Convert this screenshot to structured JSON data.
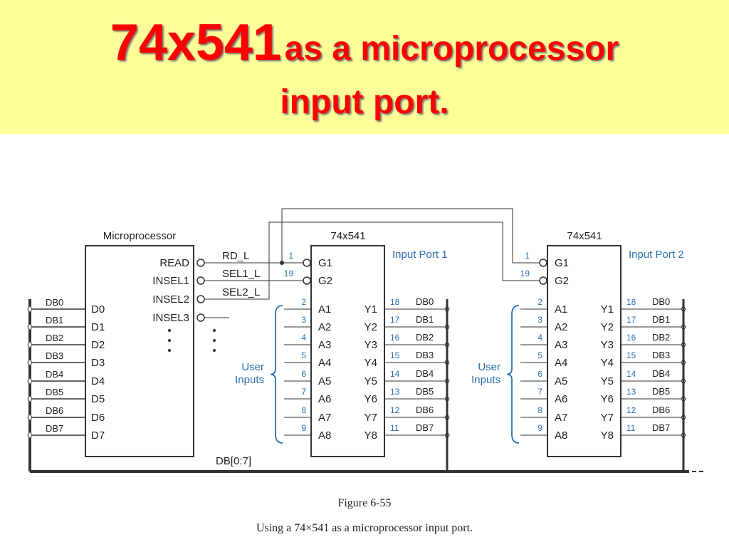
{
  "title": {
    "main": "74x541",
    "rest": "as a microprocessor",
    "line2": "input port."
  },
  "diagram": {
    "microprocessor": {
      "label": "Microprocessor",
      "signals": [
        "READ",
        "INSEL1",
        "INSEL2",
        "INSEL3"
      ],
      "data_pins": [
        "D0",
        "D1",
        "D2",
        "D3",
        "D4",
        "D5",
        "D6",
        "D7"
      ]
    },
    "nets": {
      "rd": "RD_L",
      "sel1": "SEL1_L",
      "sel2": "SEL2_L"
    },
    "bus": {
      "label": "DB[0:7]",
      "lines": [
        "DB0",
        "DB1",
        "DB2",
        "DB3",
        "DB4",
        "DB5",
        "DB6",
        "DB7"
      ]
    },
    "ports": [
      {
        "chip": "74x541",
        "name": "Input Port 1",
        "enable_pins": [
          "G1",
          "G2"
        ],
        "enable_numbers": [
          "1",
          "19"
        ],
        "inputs": [
          "A1",
          "A2",
          "A3",
          "A4",
          "A5",
          "A6",
          "A7",
          "A8"
        ],
        "input_numbers": [
          "2",
          "3",
          "4",
          "5",
          "6",
          "7",
          "8",
          "9"
        ],
        "outputs": [
          "Y1",
          "Y2",
          "Y3",
          "Y4",
          "Y5",
          "Y6",
          "Y7",
          "Y8"
        ],
        "output_numbers": [
          "18",
          "17",
          "16",
          "15",
          "14",
          "13",
          "12",
          "11"
        ],
        "user_inputs": [
          "User",
          "Inputs"
        ]
      },
      {
        "chip": "74x541",
        "name": "Input Port 2",
        "enable_pins": [
          "G1",
          "G2"
        ],
        "enable_numbers": [
          "1",
          "19"
        ],
        "inputs": [
          "A1",
          "A2",
          "A3",
          "A4",
          "A5",
          "A6",
          "A7",
          "A8"
        ],
        "input_numbers": [
          "2",
          "3",
          "4",
          "5",
          "6",
          "7",
          "8",
          "9"
        ],
        "outputs": [
          "Y1",
          "Y2",
          "Y3",
          "Y4",
          "Y5",
          "Y6",
          "Y7",
          "Y8"
        ],
        "output_numbers": [
          "18",
          "17",
          "16",
          "15",
          "14",
          "13",
          "12",
          "11"
        ],
        "user_inputs": [
          "User",
          "Inputs"
        ]
      }
    ],
    "colors": {
      "wire": "#333333",
      "label_blue": "#2a6fb0",
      "title_red": "#ff0000",
      "banner": "#ffff99"
    }
  },
  "figure": {
    "number": "Figure 6-55",
    "caption": "Using a 74×541 as a microprocessor input port."
  }
}
